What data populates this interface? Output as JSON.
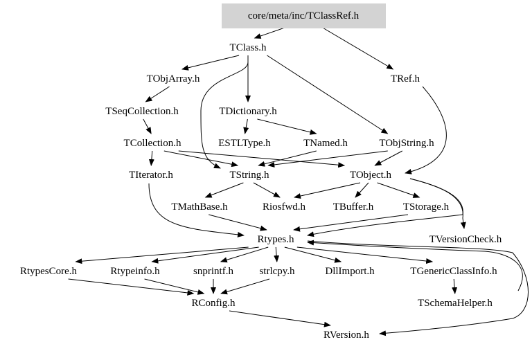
{
  "graph": {
    "root": "core/meta/inc/TClassRef.h",
    "colors": {
      "root_fill": "#d3d3d3",
      "edge": "#000000"
    },
    "nodes": [
      {
        "id": "root",
        "label": "core/meta/inc/TClassRef.h"
      },
      {
        "id": "TClass",
        "label": "TClass.h"
      },
      {
        "id": "TObjArray",
        "label": "TObjArray.h"
      },
      {
        "id": "TRef",
        "label": "TRef.h"
      },
      {
        "id": "TSeqCollection",
        "label": "TSeqCollection.h"
      },
      {
        "id": "TDictionary",
        "label": "TDictionary.h"
      },
      {
        "id": "TCollection",
        "label": "TCollection.h"
      },
      {
        "id": "ESTLType",
        "label": "ESTLType.h"
      },
      {
        "id": "TNamed",
        "label": "TNamed.h"
      },
      {
        "id": "TObjString",
        "label": "TObjString.h"
      },
      {
        "id": "TIterator",
        "label": "TIterator.h"
      },
      {
        "id": "TString",
        "label": "TString.h"
      },
      {
        "id": "TObject",
        "label": "TObject.h"
      },
      {
        "id": "TMathBase",
        "label": "TMathBase.h"
      },
      {
        "id": "Riosfwd",
        "label": "Riosfwd.h"
      },
      {
        "id": "TBuffer",
        "label": "TBuffer.h"
      },
      {
        "id": "TStorage",
        "label": "TStorage.h"
      },
      {
        "id": "Rtypes",
        "label": "Rtypes.h"
      },
      {
        "id": "TVersionCheck",
        "label": "TVersionCheck.h"
      },
      {
        "id": "RtypesCore",
        "label": "RtypesCore.h"
      },
      {
        "id": "Rtypeinfo",
        "label": "Rtypeinfo.h"
      },
      {
        "id": "snprintf",
        "label": "snprintf.h"
      },
      {
        "id": "strlcpy",
        "label": "strlcpy.h"
      },
      {
        "id": "DllImport",
        "label": "DllImport.h"
      },
      {
        "id": "TGenericClassInfo",
        "label": "TGenericClassInfo.h"
      },
      {
        "id": "RConfig",
        "label": "RConfig.h"
      },
      {
        "id": "TSchemaHelper",
        "label": "TSchemaHelper.h"
      },
      {
        "id": "RVersion",
        "label": "RVersion.h"
      }
    ],
    "edges": [
      [
        "root",
        "TClass"
      ],
      [
        "root",
        "TRef"
      ],
      [
        "TClass",
        "TObjArray"
      ],
      [
        "TClass",
        "TDictionary"
      ],
      [
        "TClass",
        "TObjString"
      ],
      [
        "TClass",
        "TString"
      ],
      [
        "TObjArray",
        "TSeqCollection"
      ],
      [
        "TSeqCollection",
        "TCollection"
      ],
      [
        "TDictionary",
        "ESTLType"
      ],
      [
        "TDictionary",
        "TNamed"
      ],
      [
        "TCollection",
        "TIterator"
      ],
      [
        "TCollection",
        "TString"
      ],
      [
        "TCollection",
        "TObject"
      ],
      [
        "TNamed",
        "TString"
      ],
      [
        "TObjString",
        "TString"
      ],
      [
        "TObjString",
        "TObject"
      ],
      [
        "TRef",
        "TObject"
      ],
      [
        "TString",
        "TMathBase"
      ],
      [
        "TString",
        "Riosfwd"
      ],
      [
        "TObject",
        "Riosfwd"
      ],
      [
        "TObject",
        "TBuffer"
      ],
      [
        "TObject",
        "TStorage"
      ],
      [
        "TObject",
        "TVersionCheck"
      ],
      [
        "TObject",
        "Rtypes"
      ],
      [
        "TIterator",
        "Rtypes"
      ],
      [
        "TMathBase",
        "Rtypes"
      ],
      [
        "TStorage",
        "Rtypes"
      ],
      [
        "Rtypes",
        "RtypesCore"
      ],
      [
        "Rtypes",
        "Rtypeinfo"
      ],
      [
        "Rtypes",
        "snprintf"
      ],
      [
        "Rtypes",
        "strlcpy"
      ],
      [
        "Rtypes",
        "DllImport"
      ],
      [
        "Rtypes",
        "TGenericClassInfo"
      ],
      [
        "Rtypes",
        "RVersion"
      ],
      [
        "RtypesCore",
        "RConfig"
      ],
      [
        "Rtypeinfo",
        "RConfig"
      ],
      [
        "snprintf",
        "RConfig"
      ],
      [
        "strlcpy",
        "RConfig"
      ],
      [
        "RConfig",
        "RVersion"
      ],
      [
        "TGenericClassInfo",
        "TSchemaHelper"
      ],
      [
        "TSchemaHelper",
        "Rtypes"
      ]
    ]
  }
}
